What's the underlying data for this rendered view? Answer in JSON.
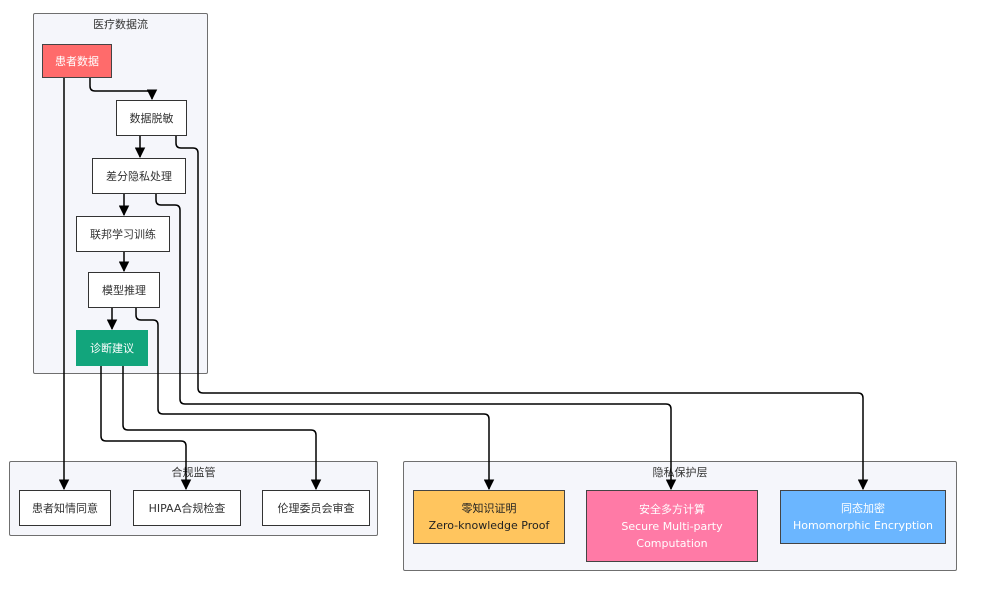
{
  "clusters": {
    "medical_flow": {
      "title": "医疗数据流"
    },
    "compliance": {
      "title": "合规监管"
    },
    "privacy_layer": {
      "title": "隐私保护层"
    }
  },
  "nodes": {
    "patient_data": {
      "label": "患者数据"
    },
    "deidentify": {
      "label": "数据脱敏"
    },
    "differential_privacy": {
      "label": "差分隐私处理"
    },
    "federated_learning": {
      "label": "联邦学习训练"
    },
    "model_inference": {
      "label": "模型推理"
    },
    "diagnosis": {
      "label": "诊断建议"
    },
    "informed_consent": {
      "label": "患者知情同意"
    },
    "hipaa_check": {
      "label": "HIPAA合规检查"
    },
    "ethics_review": {
      "label": "伦理委员会审查"
    },
    "zkp": {
      "label": "零知识证明",
      "sub": "Zero-knowledge Proof"
    },
    "mpc": {
      "label": "安全多方计算",
      "sub": "Secure Multi-party",
      "sub2": "Computation"
    },
    "he": {
      "label": "同态加密",
      "sub": "Homomorphic Encryption"
    }
  },
  "colors": {
    "patient_data": "#ff6b6b",
    "diagnosis": "#12a57c",
    "zkp": "#ffc55e",
    "mpc": "#ff7aa6",
    "he": "#6bb6ff",
    "edge": "#000000"
  }
}
